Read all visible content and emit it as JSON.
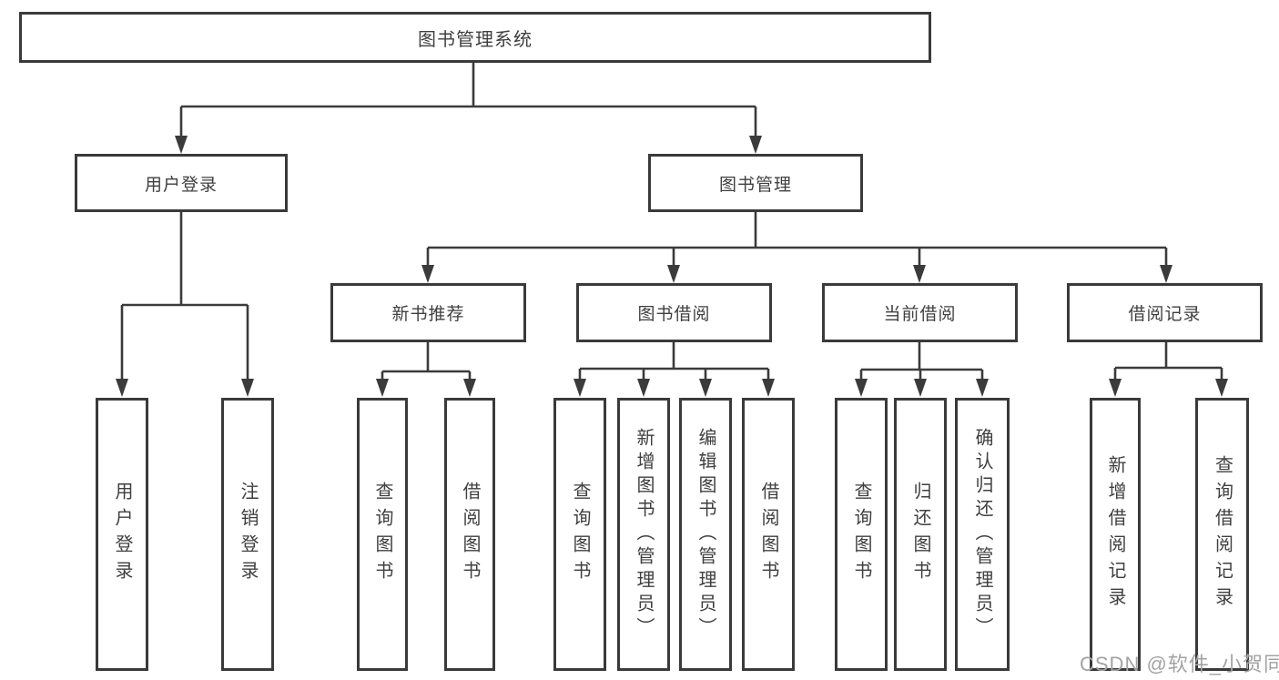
{
  "diagram": {
    "root": {
      "label": "图书管理系统"
    },
    "branches": [
      {
        "label": "用户登录",
        "leaves": [
          {
            "label": "用户登录"
          },
          {
            "label": "注销登录"
          }
        ]
      },
      {
        "label": "图书管理",
        "groups": [
          {
            "label": "新书推荐",
            "leaves": [
              {
                "label": "查询图书"
              },
              {
                "label": "借阅图书"
              }
            ]
          },
          {
            "label": "图书借阅",
            "leaves": [
              {
                "label": "查询图书"
              },
              {
                "label": "新增图书（管理员）"
              },
              {
                "label": "编辑图书（管理员）"
              },
              {
                "label": "借阅图书"
              }
            ]
          },
          {
            "label": "当前借阅",
            "leaves": [
              {
                "label": "查询图书"
              },
              {
                "label": "归还图书"
              },
              {
                "label": "确认归还（管理员）"
              }
            ]
          },
          {
            "label": "借阅记录",
            "leaves": [
              {
                "label": "新增借阅记录"
              },
              {
                "label": "查询借阅记录"
              }
            ]
          }
        ]
      }
    ]
  },
  "watermark": {
    "text": "CSDN @软件_小贺同学"
  },
  "colors": {
    "line": "#3b3b3b",
    "border": "#3a3a3a",
    "text": "#3f3f3f",
    "watermark": "#a3a3a3",
    "background": "#ffffff"
  }
}
